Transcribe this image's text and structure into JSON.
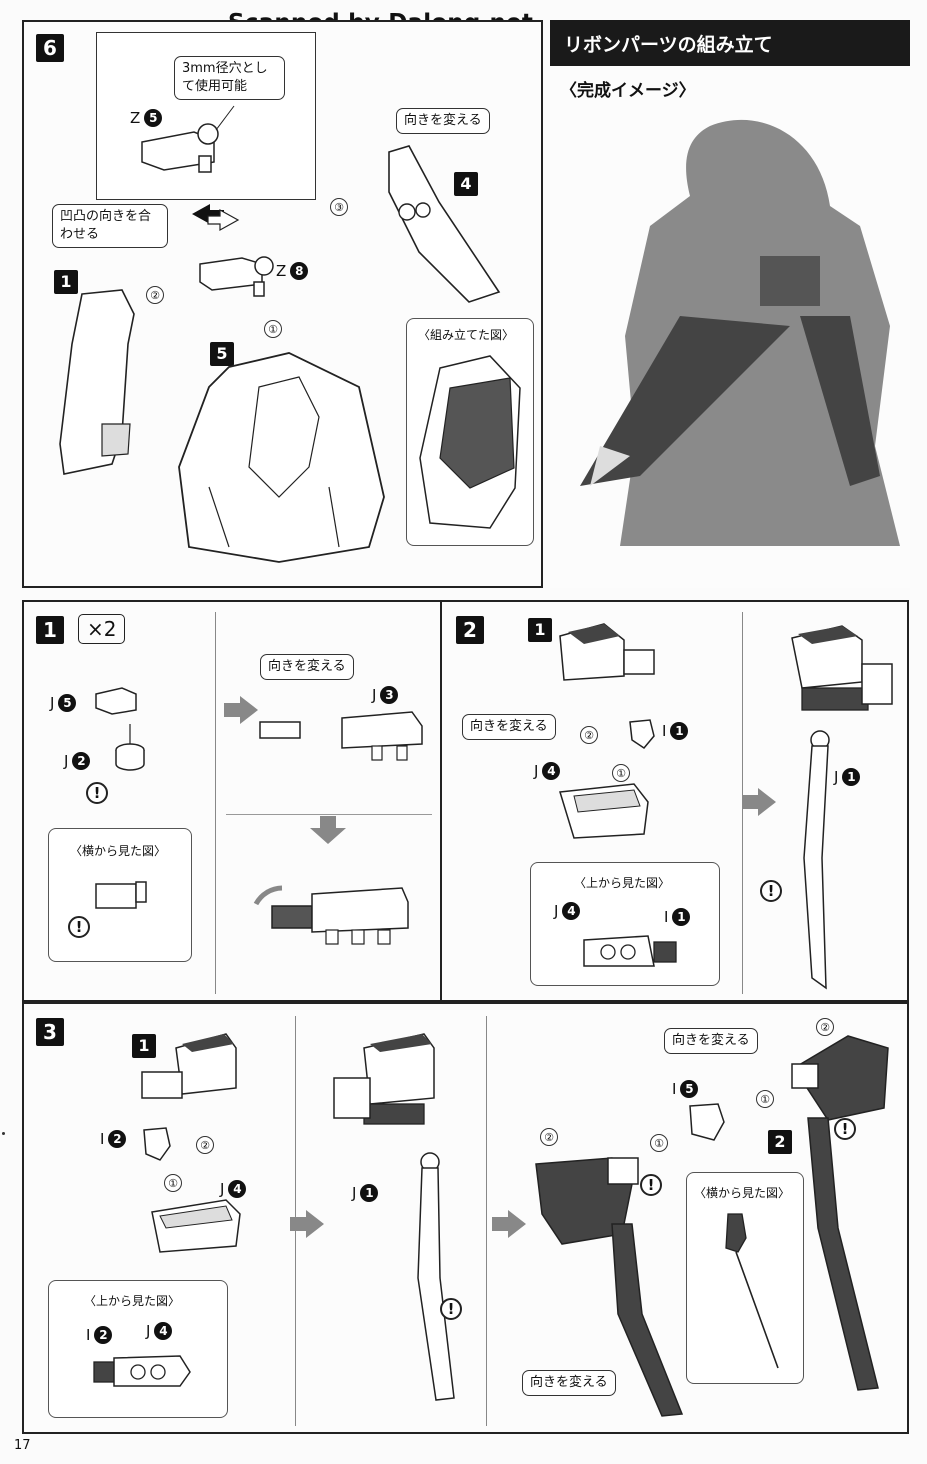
{
  "header": {
    "scanner": "Scanned by Dalong.net"
  },
  "step6": {
    "number": "6",
    "callout_hole": "3mm径穴として使用可能",
    "callout_rotate": "向きを変える",
    "callout_align": "凹凸の向きを合わせる",
    "inset_title": "〈組み立てた図〉",
    "parts": {
      "z5_letter": "Z",
      "z5_num": "5",
      "z8_letter": "Z",
      "z8_num": "8"
    },
    "refs": {
      "r1": "1",
      "r4": "4",
      "r5": "5"
    },
    "order": {
      "o1": "①",
      "o2": "②",
      "o3": "③"
    }
  },
  "ribbon": {
    "title": "リボンパーツの組み立て",
    "subtitle": "〈完成イメージ〉"
  },
  "step1": {
    "number": "1",
    "multiplier": "×2",
    "parts": {
      "j5_letter": "J",
      "j5_num": "5",
      "j2_letter": "J",
      "j2_num": "2",
      "j3_letter": "J",
      "j3_num": "3"
    },
    "side_view_title": "〈横から見た図〉",
    "callout_rotate": "向きを変える",
    "warn": "!"
  },
  "step2": {
    "number": "2",
    "ref": "1",
    "callout_rotate": "向きを変える",
    "parts": {
      "i1_letter": "I",
      "i1_num": "1",
      "j4_letter": "J",
      "j4_num": "4",
      "j1_letter": "J",
      "j1_num": "1"
    },
    "top_view_title": "〈上から見た図〉",
    "top_view_parts": {
      "j4_letter": "J",
      "j4_num": "4",
      "i1_letter": "I",
      "i1_num": "1"
    },
    "order": {
      "o1": "①",
      "o2": "②"
    },
    "warn": "!"
  },
  "step3": {
    "number": "3",
    "ref1": "1",
    "ref2": "2",
    "parts": {
      "i2_letter": "I",
      "i2_num": "2",
      "j4_letter": "J",
      "j4_num": "4",
      "j1_letter": "J",
      "j1_num": "1",
      "i5_letter": "I",
      "i5_num": "5"
    },
    "top_view_title": "〈上から見た図〉",
    "top_view_parts": {
      "i2_letter": "I",
      "i2_num": "2",
      "j4_letter": "J",
      "j4_num": "4"
    },
    "side_view_title": "〈横から見た図〉",
    "callout_rotate_top": "向きを変える",
    "callout_rotate_bottom": "向きを変える",
    "order": {
      "o1": "①",
      "o2": "②"
    },
    "warn": "!"
  },
  "footer": {
    "page_number": "17"
  }
}
